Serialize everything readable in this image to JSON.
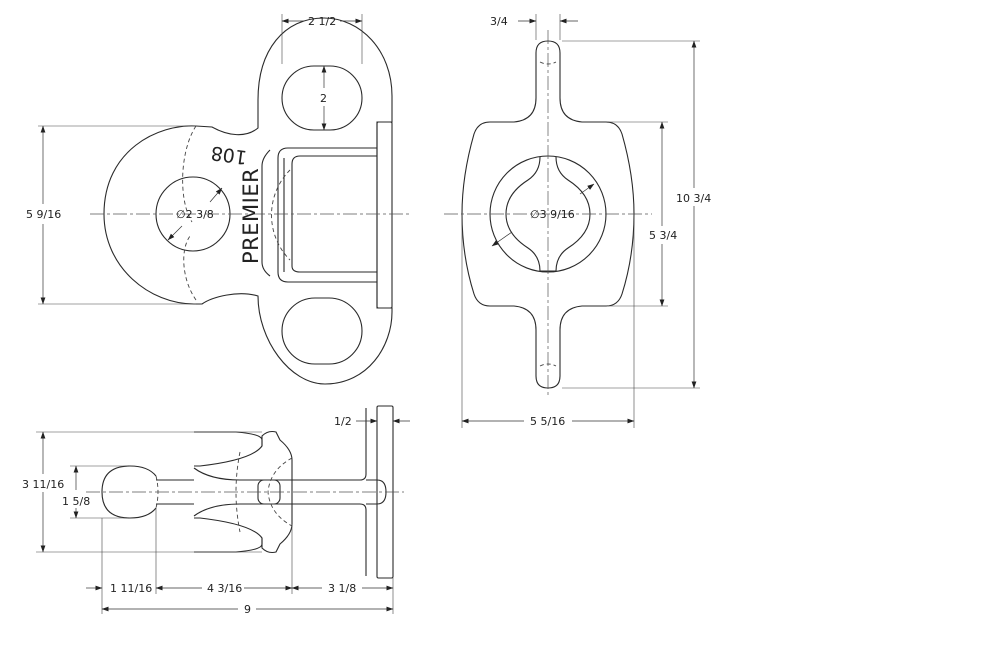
{
  "part_markings": {
    "brand": "PREMIER",
    "model": "108"
  },
  "dimensions": {
    "front_slot_width": "2 1/2",
    "front_slot_height": "2",
    "front_overall_height": "5 9/16",
    "front_eye_diameter": "2 3/8",
    "side_flange_thickness": "3/4",
    "side_bore_diameter": "3 9/16",
    "side_body_height": "5 3/4",
    "side_overall_height": "10 3/4",
    "side_overall_width": "5 5/16",
    "top_plate_thickness": "1/2",
    "top_overall_height": "3 11/16",
    "top_eye_height": "1 5/8",
    "top_eye_length": "1 11/16",
    "top_middle_length": "4 3/16",
    "top_flange_length": "3 1/8",
    "top_overall_length": "9"
  },
  "symbols": {
    "diameter": "∅"
  }
}
